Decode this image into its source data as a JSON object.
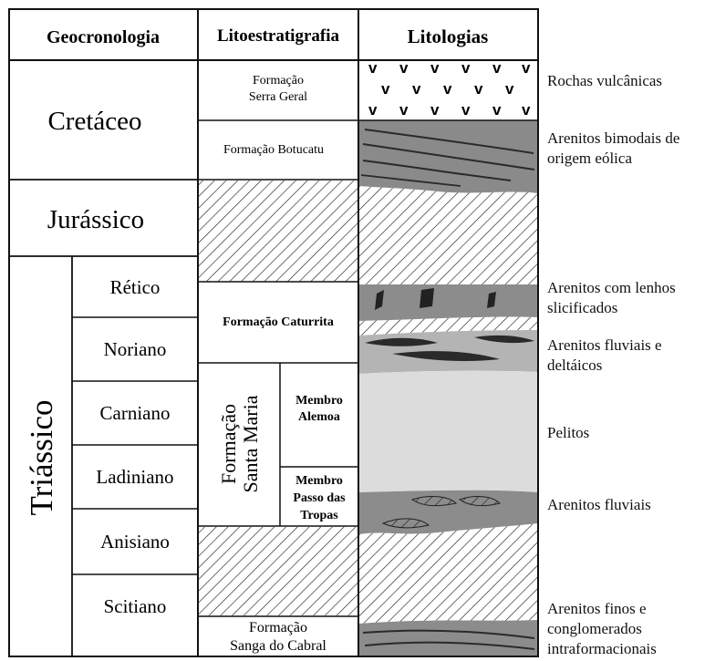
{
  "headers": {
    "geocronologia": "Geocronologia",
    "litoestratigrafia": "Litoestratigrafia",
    "litologias": "Litologias"
  },
  "periods": {
    "cretaceo": "Cretáceo",
    "jurassico": "Jurássico",
    "triassico": "Triássico"
  },
  "ages": {
    "retico": "Rético",
    "noriano": "Noriano",
    "carniano": "Carniano",
    "ladiniano": "Ladiniano",
    "anisiano": "Anisiano",
    "scitiano": "Scitiano"
  },
  "formations": {
    "serra_geral": [
      "Formação",
      "Serra Geral"
    ],
    "botucatu": "Formação Botucatu",
    "caturrita": "Formação Caturrita",
    "santa_maria": [
      "Formação",
      "Santa Maria"
    ],
    "alemoa": [
      "Membro",
      "Alemoa"
    ],
    "passo_das_tropas": [
      "Membro",
      "Passo das",
      "Tropas"
    ],
    "sanga_do_cabral": [
      "Formação",
      "Sanga do Cabral"
    ]
  },
  "lithology_labels": {
    "vulcanicas": [
      "Rochas vulcânicas"
    ],
    "bimodais": [
      "Arenitos bimodais de",
      "origem eólica"
    ],
    "lenhos": [
      "Arenitos com lenhos",
      "slicificados"
    ],
    "fluviais_deltaicos": [
      "Arenitos fluviais e",
      "deltáicos"
    ],
    "pelitos": [
      "Pelitos"
    ],
    "fluviais": [
      "Arenitos fluviais"
    ],
    "finos": [
      "Arenitos finos e",
      "conglomerados",
      "intraformacionais"
    ]
  },
  "volcanic_symbol": "v",
  "colors": {
    "line": "#111111",
    "sandstone_gray": "#8c8c8c",
    "pelite_gray": "#dcdcdc",
    "lens_dark": "#2a2a2a"
  }
}
